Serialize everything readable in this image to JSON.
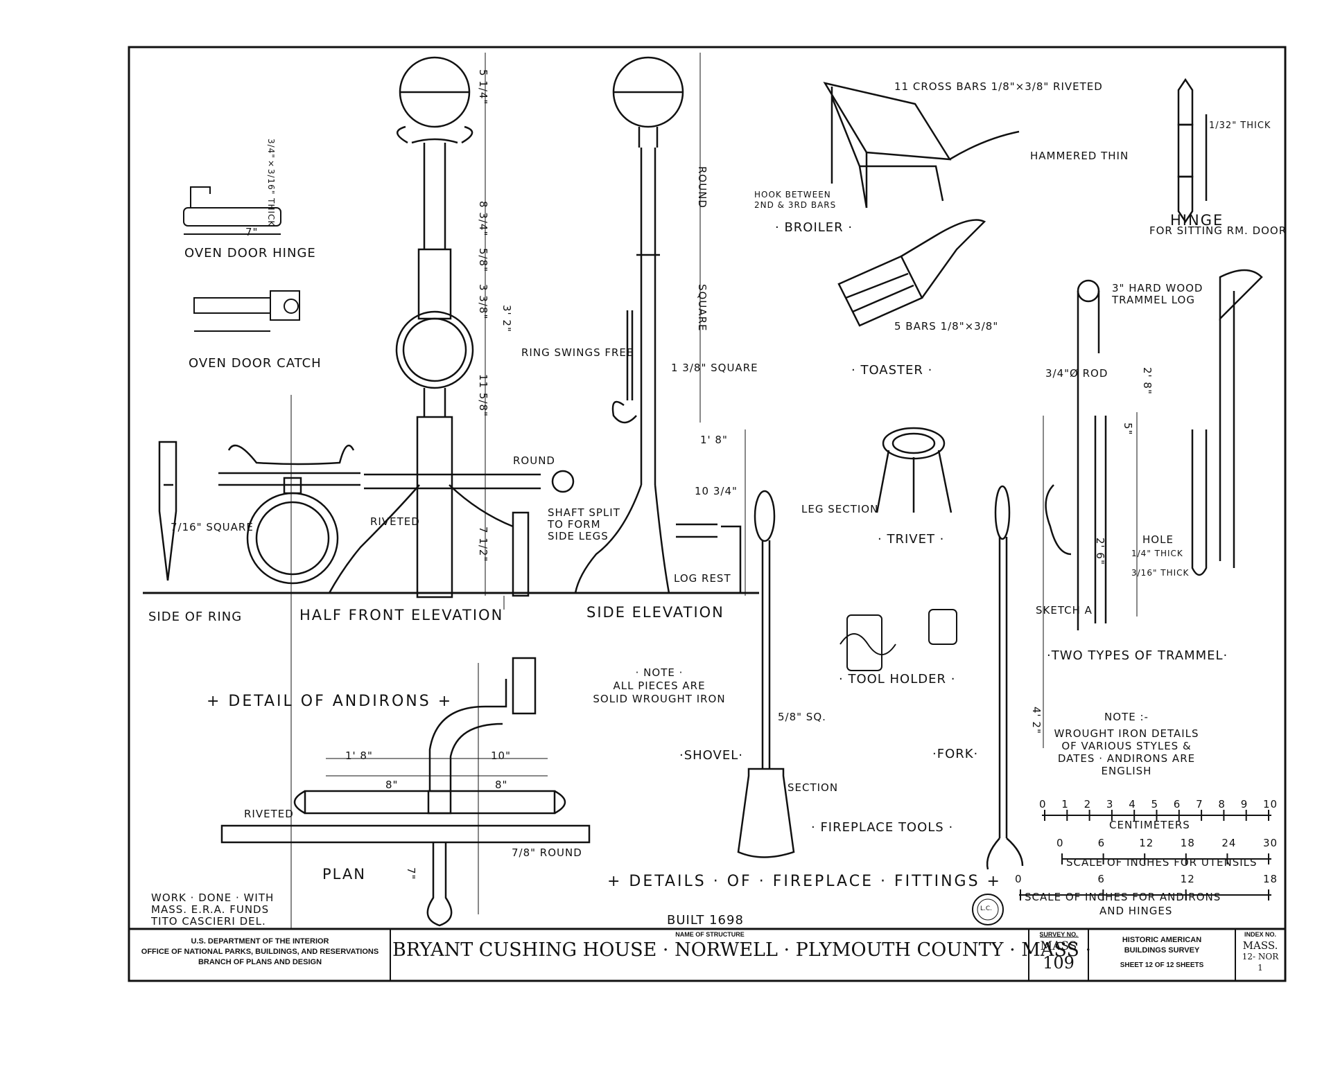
{
  "labels": {
    "oven_door_hinge": "OVEN DOOR HINGE",
    "oven_door_catch": "OVEN DOOR CATCH",
    "side_of_ring": "SIDE OF RING",
    "half_front_elevation": "HALF FRONT ELEVATION",
    "side_elevation": "SIDE ELEVATION",
    "detail_of_andirons": "+ DETAIL OF ANDIRONS +",
    "plan": "PLAN",
    "broiler": "· BROILER ·",
    "toaster": "· TOASTER ·",
    "trivet": "· TRIVET ·",
    "leg_section": "LEG SECTION",
    "tool_holder": "· TOOL HOLDER ·",
    "shovel": "·SHOVEL·",
    "fork": "·FORK·",
    "fireplace_tools": "· FIREPLACE TOOLS ·",
    "hinge": "HINGE",
    "hinge_sub": "FOR SITTING RM. DOOR",
    "two_types_trammel": "·TWO TYPES OF TRAMMEL·",
    "sketch_a": "SKETCH A",
    "details_fireplace": "+ DETAILS · OF · FIREPLACE · FITTINGS +",
    "built": "BUILT 1698"
  },
  "annotations": {
    "round": "ROUND",
    "square": "SQUARE",
    "round_h": "ROUND",
    "ring_swings_free": "RING SWINGS FREE",
    "square_1_3_8": "1 3/8\" SQUARE",
    "riveted": "RIVETED",
    "riveted_plan": "RIVETED",
    "shaft_split": "SHAFT SPLIT\nTO FORM\nSIDE LEGS",
    "log_rest": "LOG REST",
    "seven_sixteenth_square": "7/16\" SQUARE",
    "eleven_cross_bars": "11 CROSS BARS 1/8\"×3/8\" RIVETED",
    "hammered_thin": "HAMMERED THIN",
    "hook_between": "HOOK BETWEEN\n2ND & 3RD BARS",
    "five_bars": "5 BARS 1/8\"×3/8\"",
    "hard_wood_log": "3\" HARD WOOD\nTRAMMEL LOG",
    "rod": "3/4\"Ø ROD",
    "hole": "HOLE",
    "thick_1_4": "1/4\" THICK",
    "thick_3_16": "3/16\" THICK",
    "thick_hinge": "1/32\" THICK",
    "section": "SECTION",
    "sq_5_8": "5/8\" SQ.",
    "round_7_8": "7/8\" ROUND",
    "thick_oven": "3/4\"×3/16\" THICK"
  },
  "dimensions": [
    "5 1/4\"",
    "8 3/4\"",
    "5/8\"",
    "3 3/8\"",
    "3' 2\"",
    "11 5/8\"",
    "7 1/2\"",
    "1' 8\"",
    "1' 8\"",
    "10\"",
    "8\"",
    "8\"",
    "7\"",
    "10 3/4\"",
    "2' 8\"",
    "2' 6\"",
    "4' 2\"",
    "5\"",
    "7\""
  ],
  "notes": {
    "note1_title": "· NOTE ·",
    "note1_body": [
      "ALL PIECES ARE",
      "SOLID WROUGHT IRON"
    ],
    "note2_title": "NOTE :-",
    "note2_body": [
      "WROUGHT IRON DETAILS",
      "OF VARIOUS STYLES &",
      "DATES · ANDIRONS ARE",
      "ENGLISH"
    ]
  },
  "credits": [
    "WORK · DONE · WITH",
    "MASS. E.R.A. FUNDS",
    "TITO CASCIERI DEL."
  ],
  "scales": {
    "cm_ticks": [
      "0",
      "1",
      "2",
      "3",
      "4",
      "5",
      "6",
      "7",
      "8",
      "9",
      "10"
    ],
    "cm_label": "CENTIMETERS",
    "utensil_ticks": [
      "0",
      "6",
      "12",
      "18",
      "24",
      "30"
    ],
    "utensil_label": "SCALE OF INCHES FOR UTENSILS",
    "andiron_ticks": [
      "0",
      "6",
      "12",
      "18"
    ],
    "andiron_label_1": "SCALE OF INCHES FOR ANDIRONS",
    "andiron_label_2": "AND HINGES"
  },
  "stamp": "L.C.",
  "title_block": {
    "agency_1": "U.S. DEPARTMENT OF THE INTERIOR",
    "agency_2": "OFFICE OF NATIONAL PARKS, BUILDINGS, AND RESERVATIONS",
    "agency_3": "BRANCH OF PLANS AND DESIGN",
    "name_caption": "NAME OF STRUCTURE",
    "structure_name": "BRYANT CUSHING HOUSE · NORWELL · PLYMOUTH COUNTY · MASS ·",
    "survey_caption": "SURVEY NO.",
    "survey_state": "MASS",
    "survey_number": "109",
    "habs_1": "HISTORIC AMERICAN",
    "habs_2": "BUILDINGS SURVEY",
    "sheet": "SHEET 12 OF 12 SHEETS",
    "index_caption": "INDEX NO.",
    "index_1": "MASS.",
    "index_2": "12- NOR",
    "index_3": "1"
  },
  "colors": {
    "ink": "#111111",
    "paper": "#ffffff"
  }
}
